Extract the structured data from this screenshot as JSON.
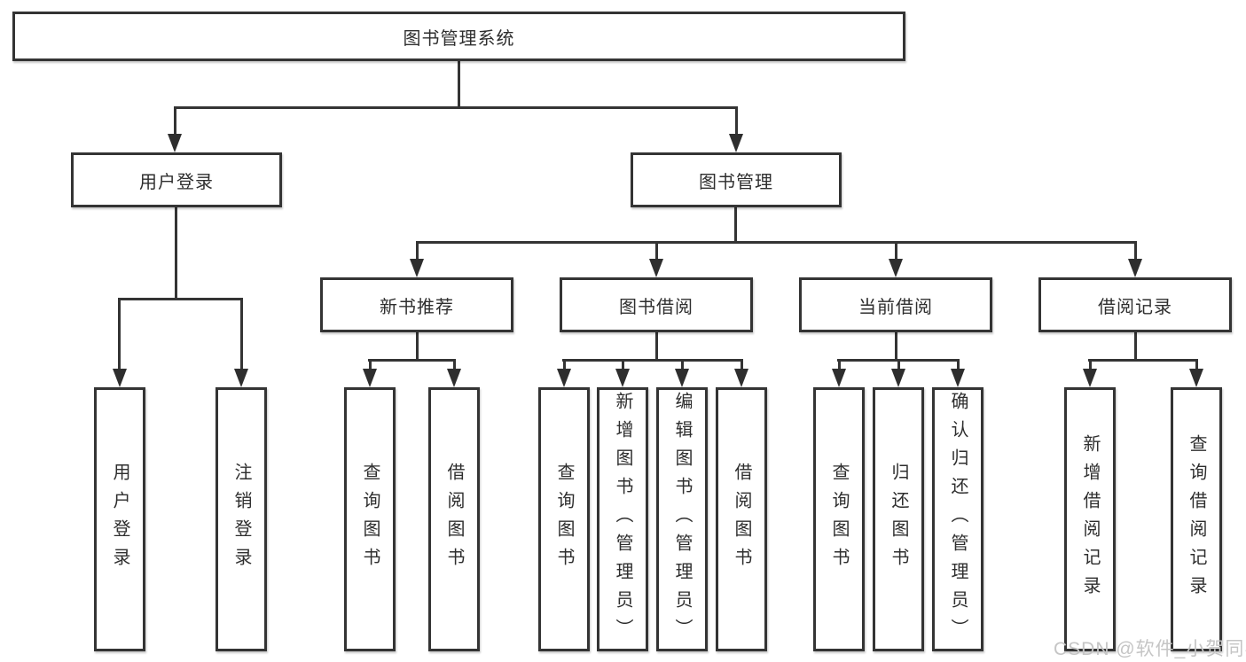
{
  "colors": {
    "background": "#ffffff",
    "line": "#343434",
    "text": "#2e2e2e",
    "watermark": "#c5c5c5"
  },
  "watermark": "CSDN @软件_小贺同学",
  "tree": {
    "root": {
      "label": "图书管理系统"
    },
    "branches": [
      {
        "label": "用户登录",
        "children": [
          {
            "label": "用户登录"
          },
          {
            "label": "注销登录"
          }
        ]
      },
      {
        "label": "图书管理",
        "children": [
          {
            "label": "新书推荐",
            "children": [
              {
                "label": "查询图书"
              },
              {
                "label": "借阅图书"
              }
            ]
          },
          {
            "label": "图书借阅",
            "children": [
              {
                "label": "查询图书"
              },
              {
                "label": "新增图书（管理员）"
              },
              {
                "label": "编辑图书（管理员）"
              },
              {
                "label": "借阅图书"
              }
            ]
          },
          {
            "label": "当前借阅",
            "children": [
              {
                "label": "查询图书"
              },
              {
                "label": "归还图书"
              },
              {
                "label": "确认归还（管理员）"
              }
            ]
          },
          {
            "label": "借阅记录",
            "children": [
              {
                "label": "新增借阅记录"
              },
              {
                "label": "查询借阅记录"
              }
            ]
          }
        ]
      }
    ]
  }
}
